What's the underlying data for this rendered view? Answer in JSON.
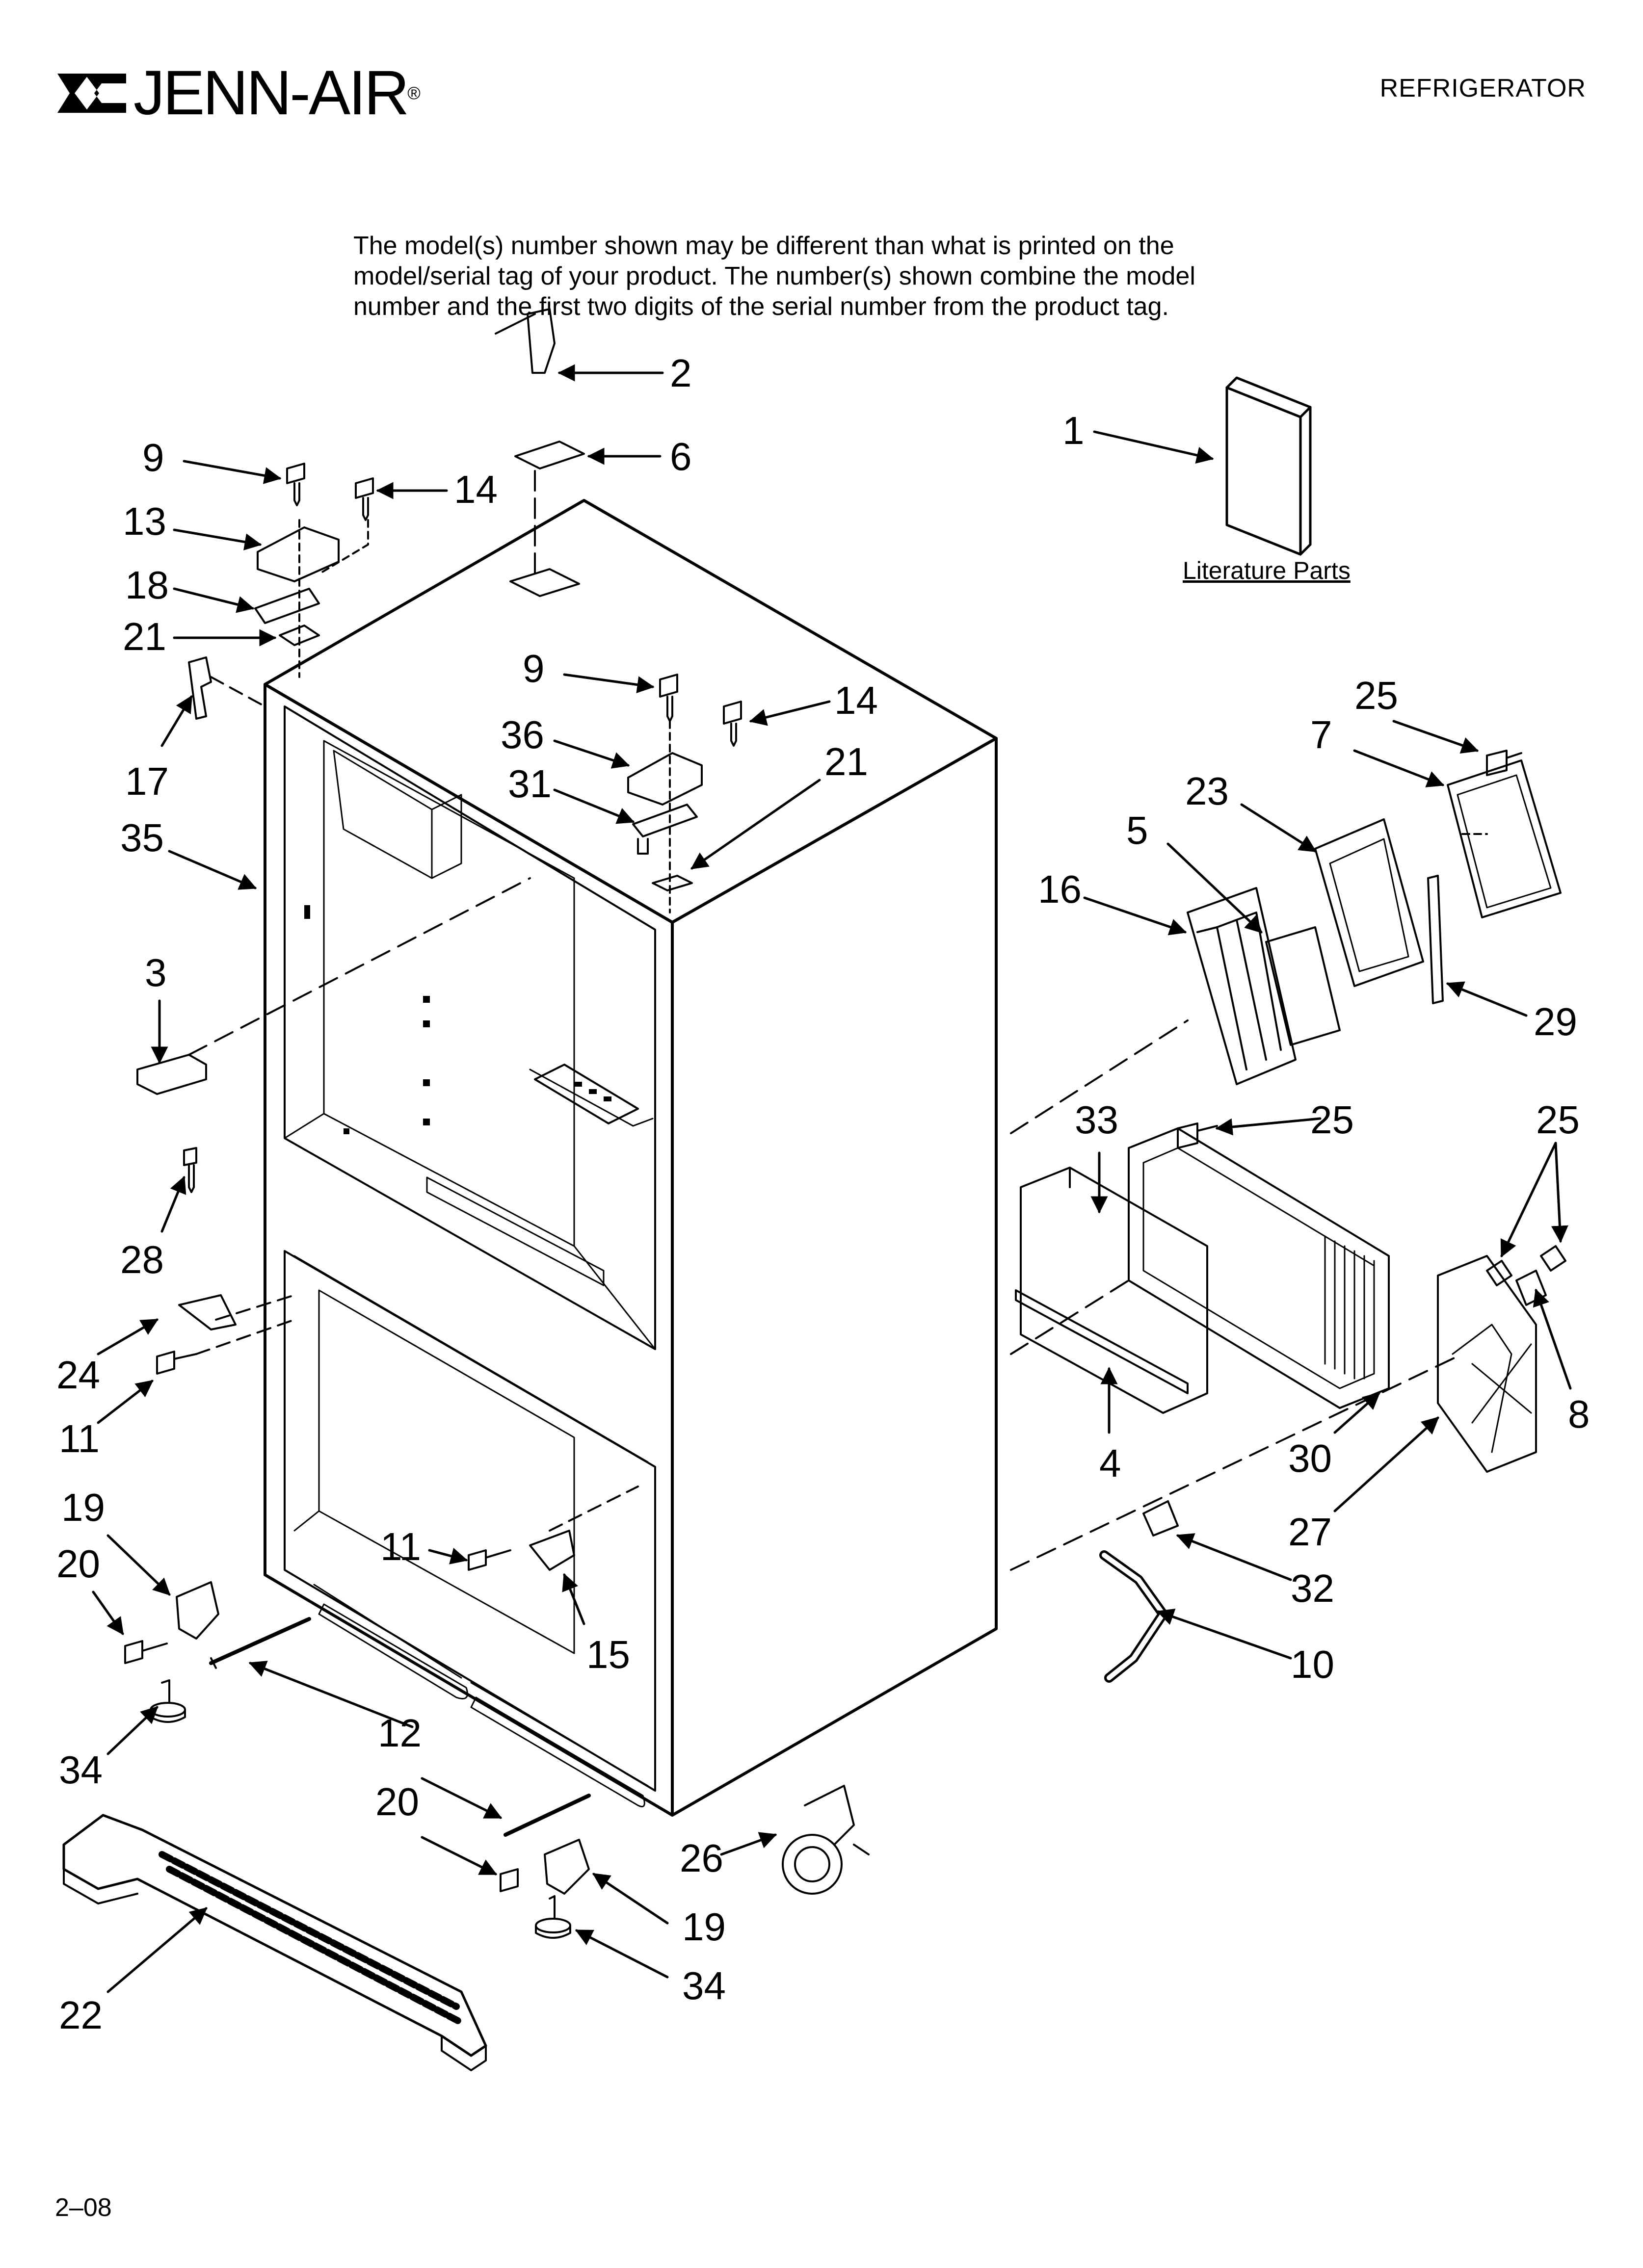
{
  "header": {
    "brand": "JENN-AIR",
    "registered_mark": "®",
    "section": "REFRIGERATOR"
  },
  "notice": {
    "lines": [
      "The model(s) number shown may be different than what is printed on the",
      "model/serial tag of your product. The number(s) shown combine the model",
      "number and the first two digits of the serial number from the product tag."
    ]
  },
  "literature_label": "Literature Parts",
  "callouts": {
    "c1": "1",
    "c2": "2",
    "c3": "3",
    "c4": "4",
    "c5": "5",
    "c6": "6",
    "c7": "7",
    "c8": "8",
    "c9a": "9",
    "c9b": "9",
    "c10": "10",
    "c11a": "11",
    "c11b": "11",
    "c12": "12",
    "c13": "13",
    "c14a": "14",
    "c14b": "14",
    "c15": "15",
    "c16": "16",
    "c17": "17",
    "c18": "18",
    "c19a": "19",
    "c19b": "19",
    "c20a": "20",
    "c20b": "20",
    "c21a": "21",
    "c21b": "21",
    "c22": "22",
    "c23": "23",
    "c24": "24",
    "c25a": "25",
    "c25b": "25",
    "c25c": "25",
    "c26": "26",
    "c27": "27",
    "c28": "28",
    "c29": "29",
    "c30": "30",
    "c31": "31",
    "c32": "32",
    "c33": "33",
    "c34a": "34",
    "c34b": "34",
    "c35": "35",
    "c36": "36"
  },
  "footer": {
    "code": "2–08"
  }
}
